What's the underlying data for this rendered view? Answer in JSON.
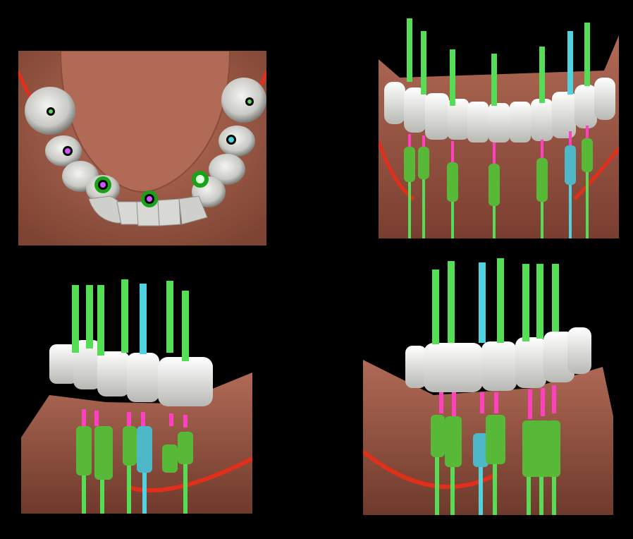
{
  "scene": {
    "colors": {
      "background": "#000000",
      "gingiva": "#a9604c",
      "gingiva_dark": "#7a3e30",
      "tooth": "#eeeeea",
      "tooth_shadow": "#9a9a96",
      "implant_green": "#55dd55",
      "implant_green_dark": "#2faa2f",
      "implant_cyan": "#4fd3e0",
      "abutment_green": "#58b838",
      "connector_magenta": "#ff40c0",
      "nerve_red": "#e0301c"
    },
    "viewports": [
      {
        "id": "occlusal",
        "view": "occlusal-top"
      },
      {
        "id": "frontal",
        "view": "frontal"
      },
      {
        "id": "right-lateral",
        "view": "right-lateral"
      },
      {
        "id": "left-lateral",
        "view": "left-lateral"
      }
    ],
    "implant_count": 7
  }
}
